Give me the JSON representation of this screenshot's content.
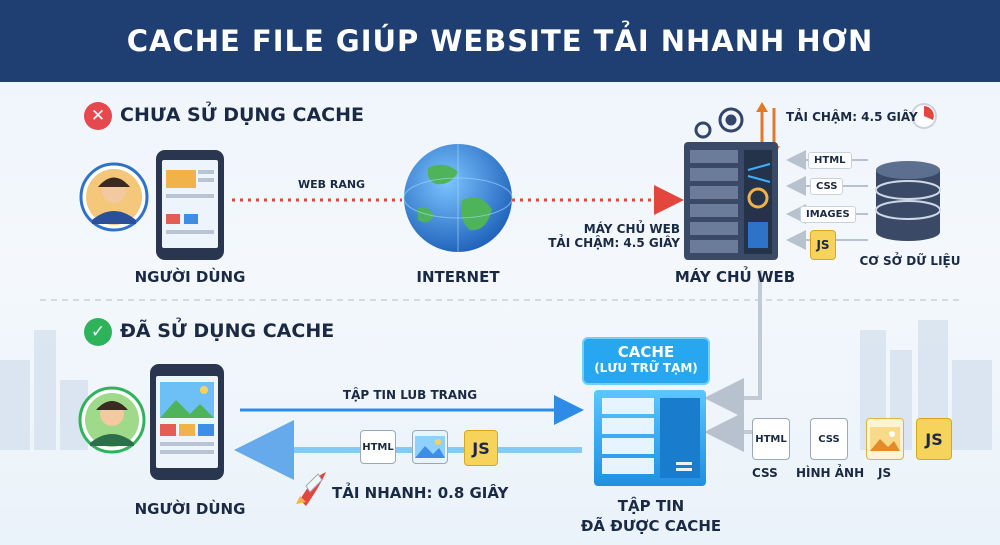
{
  "title": "CACHE FILE GIÚP WEBSITE TẢI NHANH HƠN",
  "without_cache": {
    "heading": "CHƯA SỬ DỤNG CACHE",
    "user_label": "NGƯỜI DÙNG",
    "link_label": "WEB RANG",
    "internet_label": "INTERNET",
    "server_note_line1": "MÁY CHỦ WEB",
    "server_note_line2": "TẢI CHẬM: 4.5 GIÂY",
    "slow_label": "TẢI CHẬM: 4.5 GIÂY",
    "server_label": "MÁY CHỦ WEB",
    "db_label": "CƠ SỞ DỮ LIỆU",
    "files": [
      "HTML",
      "CSS",
      "IMAGES",
      "JS"
    ]
  },
  "with_cache": {
    "heading": "ĐÃ SỬ DỤNG CACHE",
    "user_label": "NGƯỜI DÙNG",
    "arrow_label": "TẬP TIN LUB TRANG",
    "fast_label": "TẢI NHANH: 0.8 GIÂY",
    "cache_title": "CACHE",
    "cache_subtitle": "(LƯU TRỮ TẠM)",
    "cached_label_line1": "TẬP TIN",
    "cached_label_line2": "ĐÃ ĐƯỢC CACHE",
    "return_files": [
      "HTML",
      "JS"
    ],
    "source_files": [
      "HTML",
      "CSS",
      "JS"
    ],
    "source_labels": [
      "CSS",
      "HÌNH ẢNH",
      "JS"
    ]
  },
  "colors": {
    "header": "#1f3f73",
    "dotted_arrow": "#e2463c",
    "fast_arrow": "#2e8be6",
    "cache": "#27a7f0",
    "error": "#e5484d",
    "ok": "#2fb35a"
  }
}
